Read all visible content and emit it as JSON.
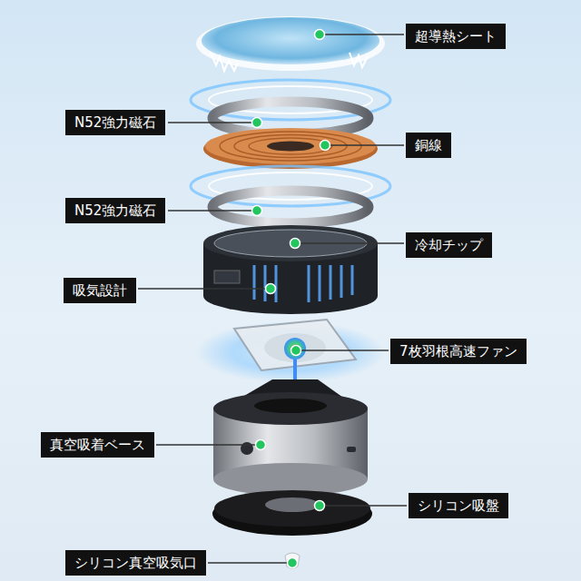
{
  "diagram": {
    "nodes": [
      {
        "text": [
          "超導熱シート"
        ]
      },
      {
        "text": [
          "N52強力磁石"
        ]
      },
      {
        "text": [
          "銅線"
        ]
      },
      {
        "text": [
          "N52強力磁石"
        ]
      },
      {
        "text": [
          "冷却チップ"
        ]
      },
      {
        "text": [
          "吸気設計"
        ]
      },
      {
        "text": [
          "7枚羽根高速ファン"
        ]
      },
      {
        "text": [
          "真空吸着ベース"
        ]
      },
      {
        "text": [
          "シリコン吸盤"
        ]
      },
      {
        "text": [
          "シリコン真空吸気口"
        ]
      }
    ]
  }
}
